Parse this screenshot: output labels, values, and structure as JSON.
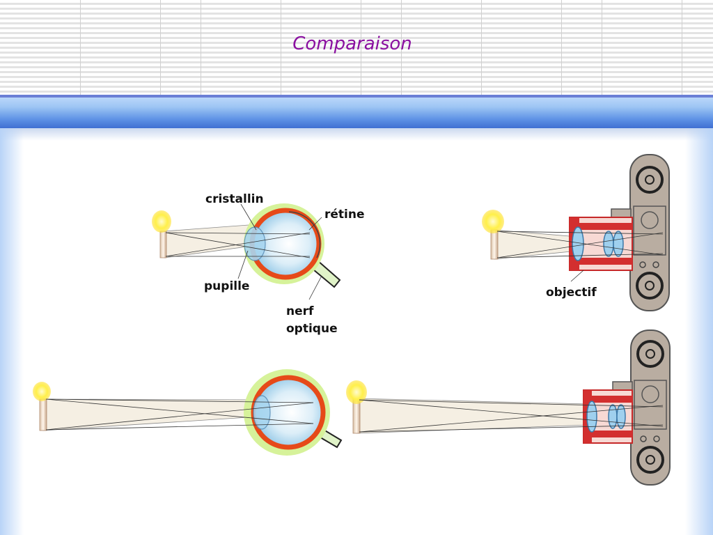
{
  "slide": {
    "title": "Comparaison"
  },
  "labels": {
    "cristallin": "cristallin",
    "retine": "rétine",
    "pupille": "pupille",
    "nerf_line1": "nerf",
    "nerf_line2": "optique",
    "objectif": "objectif"
  },
  "colors": {
    "title": "#8a0fa0",
    "header_bar": "#5f93e6",
    "flame": "#ffe93a",
    "eye_outer": "#e64a19",
    "eye_glow": "#c9f26a",
    "lens": "#9fd0ee",
    "camera_body": "#b9ada1",
    "lens_mount": "#d32f2f"
  }
}
